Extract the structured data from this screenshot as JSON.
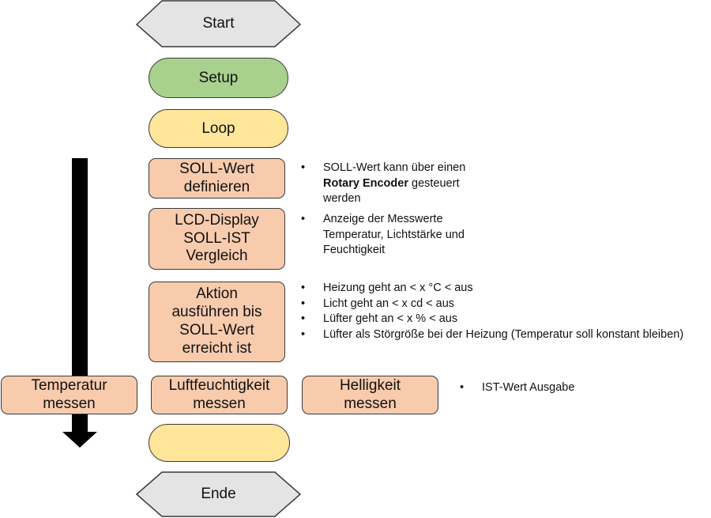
{
  "colors": {
    "terminal_fill": "#e4e4e4",
    "setup_fill": "#a9d18e",
    "loop_fill": "#ffe699",
    "step_fill": "#f8cbad",
    "outline": "#3a3a3a",
    "arrow": "#000000"
  },
  "flow": {
    "start": "Start",
    "setup": "Setup",
    "loop": "Loop",
    "step_soll": "SOLL-Wert\ndefinieren",
    "step_lcd": "LCD-Display\nSOLL-IST\nVergleich",
    "step_aktion": "Aktion\nausführen bis\nSOLL-Wert\nerreicht ist",
    "measure_temperatur": "Temperatur\nmessen",
    "measure_luft": "Luftfeuchtigkeit\nmessen",
    "measure_hell": "Helligkeit\nmessen",
    "empty_loop": "",
    "ende": "Ende"
  },
  "notes": {
    "soll": {
      "line1_prefix": "SOLL-Wert kann über einen",
      "bold": "Rotary Encoder",
      "line2_suffix": " gesteuert",
      "line3": "werden"
    },
    "lcd": [
      "Anzeige der Messwerte",
      "Temperatur, Lichtstärke und",
      "Feuchtigkeit"
    ],
    "aktion": [
      "Heizung geht an < x °C < aus",
      "Licht geht an < x cd < aus",
      "Lüfter geht an < x % < aus",
      "Lüfter als Störgröße bei der Heizung (Temperatur soll konstant bleiben)"
    ],
    "ist": "IST-Wert Ausgabe"
  }
}
